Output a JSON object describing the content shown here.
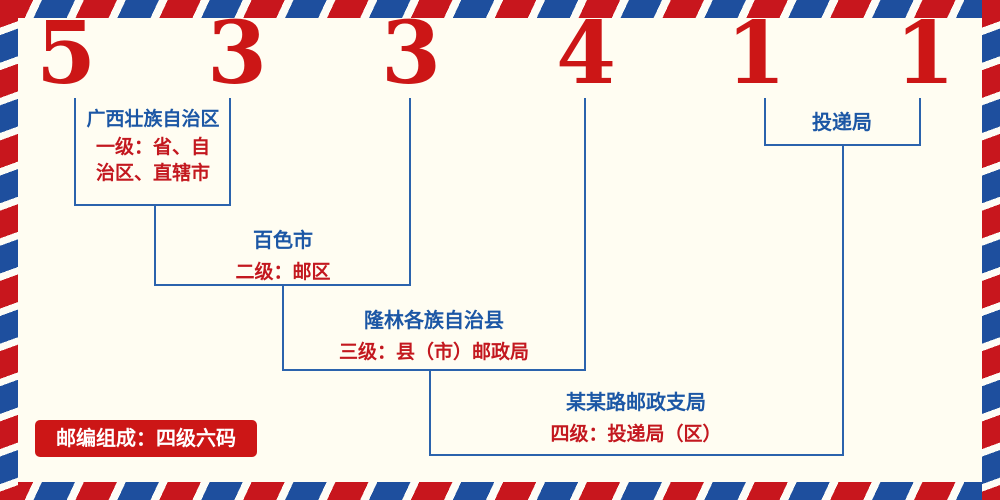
{
  "postal_code": {
    "digits": [
      "5",
      "3",
      "3",
      "4",
      "1",
      "1"
    ]
  },
  "labels": {
    "level1": {
      "name": "广西壮族自治区",
      "desc_line1": "一级：省、自",
      "desc_line2": "治区、直辖市"
    },
    "level2": {
      "name": "百色市",
      "desc": "二级：邮区"
    },
    "level3": {
      "name": "隆林各族自治县",
      "desc": "三级：县（市）邮政局"
    },
    "level4": {
      "name": "某某路邮政支局",
      "desc": "四级：投递局（区）"
    },
    "delivery": {
      "name": "投递局"
    }
  },
  "footer": {
    "badge": "邮编组成：四级六码"
  },
  "colors": {
    "background": "#fffdf2",
    "digit_red": "#cc1616",
    "label_blue": "#1c57a5",
    "label_red": "#c3181f",
    "line_blue": "#2b63ad",
    "badge_bg": "#cc1616",
    "stripe_red": "#c8161d",
    "stripe_blue": "#1e4f9e"
  }
}
